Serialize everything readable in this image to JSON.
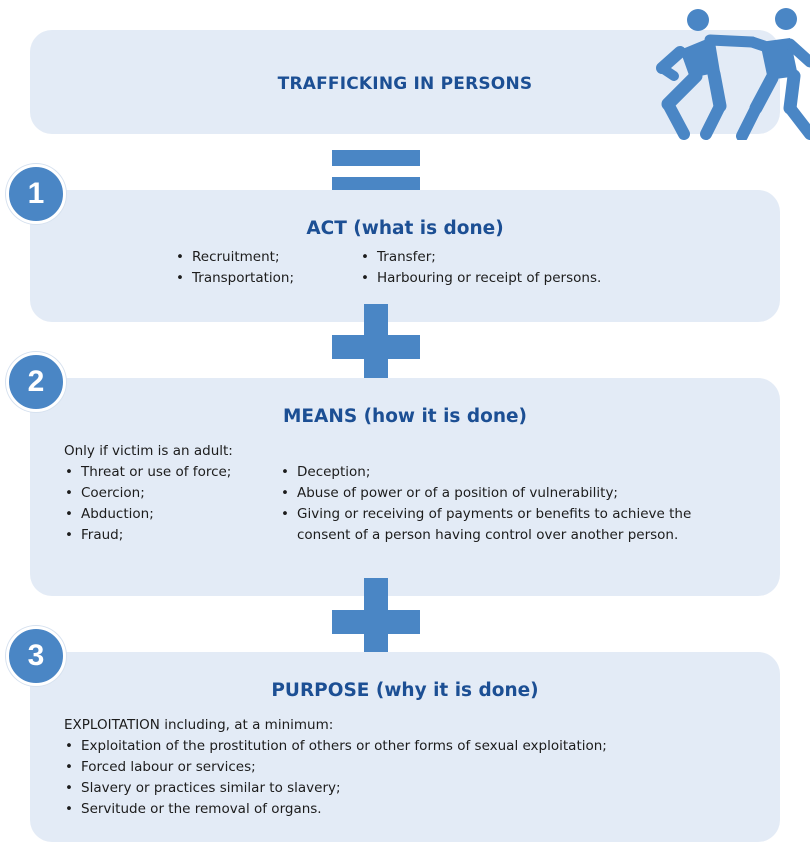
{
  "title": "TRAFFICKING IN PERSONS",
  "colors": {
    "accent": "#4a86c5",
    "box": "#e3ebf6",
    "heading": "#1c4f94"
  },
  "icons": [
    "two-people-pulling-icon",
    "equals-icon",
    "plus-icon",
    "plus-icon"
  ],
  "sections": [
    {
      "number": "1",
      "heading": "ACT (what is done)",
      "col1": [
        "Recruitment;",
        "Transportation;"
      ],
      "col2": [
        "Transfer;",
        "Harbouring or receipt of persons."
      ]
    },
    {
      "number": "2",
      "heading": "MEANS (how it is done)",
      "intro": "Only if victim is an adult:",
      "col1": [
        "Threat or use of force;",
        "Coercion;",
        "Abduction;",
        "Fraud;"
      ],
      "col2": [
        "Deception;",
        "Abuse of power or of a position of vulnerability;",
        "Giving or receiving of payments or benefits to achieve the",
        "consent of a person having control over another person."
      ]
    },
    {
      "number": "3",
      "heading": "PURPOSE (why it is done)",
      "intro": "EXPLOITATION including, at a minimum:",
      "items": [
        "Exploitation of the prostitution of others or other forms of sexual exploitation;",
        "Forced labour or services;",
        "Slavery or practices similar to slavery;",
        "Servitude or the removal of organs."
      ]
    }
  ]
}
